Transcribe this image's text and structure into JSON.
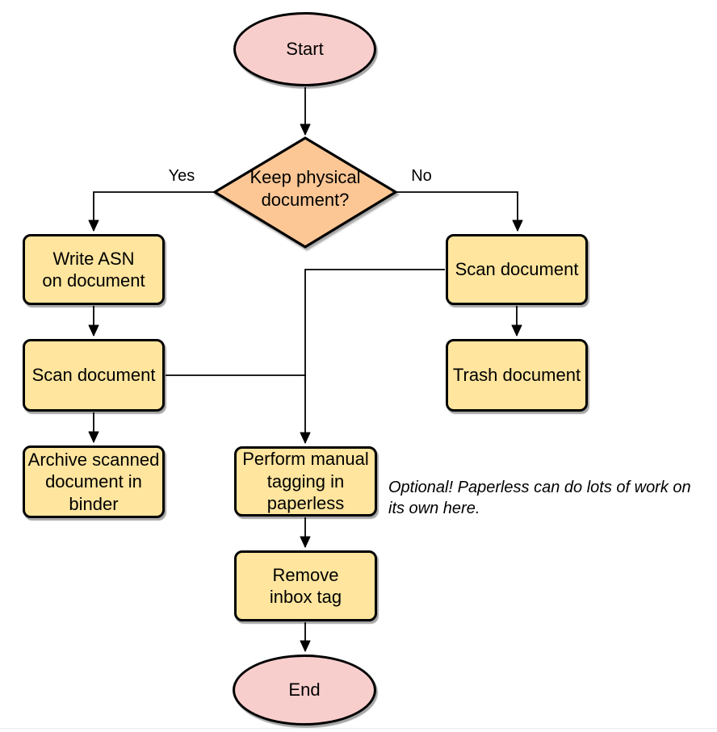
{
  "diagram": {
    "nodes": {
      "start": {
        "type": "terminator",
        "label": "Start"
      },
      "decision": {
        "type": "decision",
        "label": [
          "Keep physical",
          "document?"
        ]
      },
      "write_asn": {
        "type": "process",
        "label": [
          "Write ASN",
          "on document"
        ]
      },
      "scan_left": {
        "type": "process",
        "label": "Scan document"
      },
      "archive": {
        "type": "process",
        "label": [
          "Archive scanned",
          "document in",
          "binder"
        ]
      },
      "scan_right": {
        "type": "process",
        "label": "Scan document"
      },
      "trash": {
        "type": "process",
        "label": "Trash document"
      },
      "tagging": {
        "type": "process",
        "label": [
          "Perform manual",
          "tagging in",
          "paperless"
        ]
      },
      "remove_inbox": {
        "type": "process",
        "label": [
          "Remove",
          "inbox tag"
        ]
      },
      "end": {
        "type": "terminator",
        "label": "End"
      }
    },
    "edge_labels": {
      "yes": "Yes",
      "no": "No"
    },
    "note": [
      "Optional! Paperless can do lots of work on",
      "its own here."
    ],
    "colors": {
      "terminator_fill": "#f8cecc",
      "decision_fill": "#fcc795",
      "process_fill": "#ffe59e",
      "stroke": "#000000",
      "note_text": "#000000"
    }
  }
}
